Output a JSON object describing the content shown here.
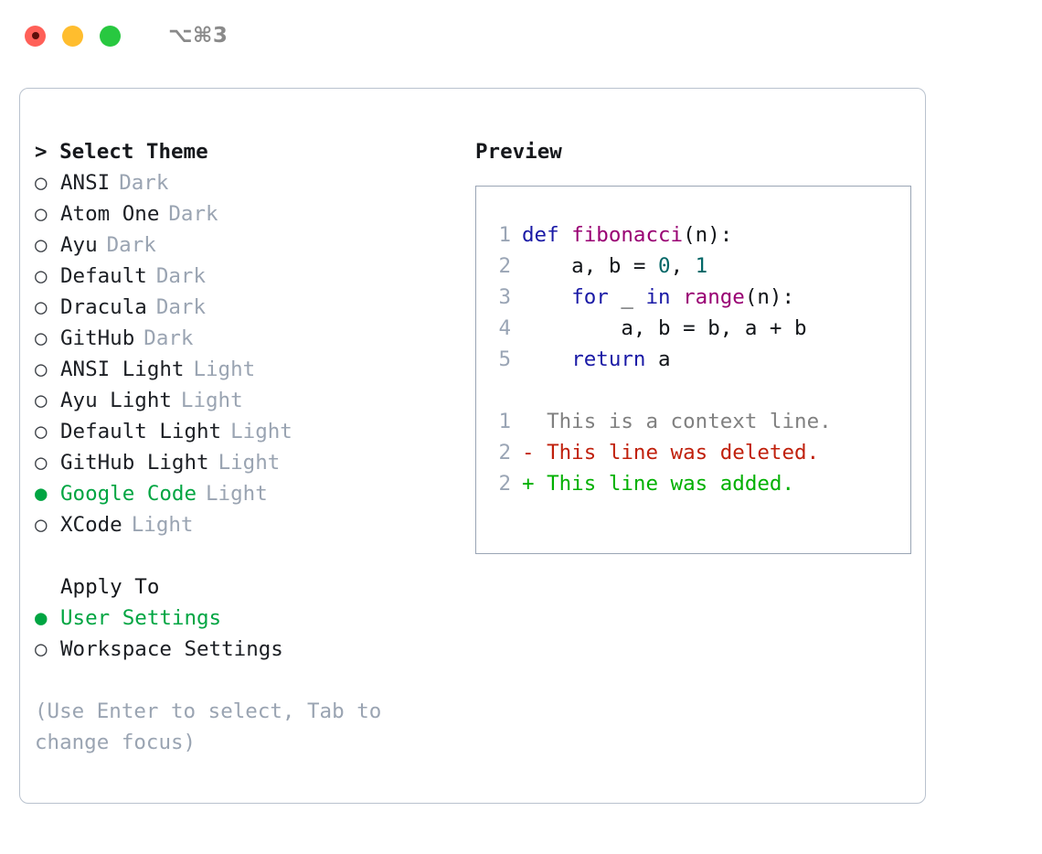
{
  "titlebar": {
    "shortcut": "⌥⌘3",
    "lights": [
      {
        "name": "close",
        "color": "#ff6058"
      },
      {
        "name": "minimize",
        "color": "#ffbd2e"
      },
      {
        "name": "zoom",
        "color": "#28c840"
      }
    ]
  },
  "theme_picker": {
    "header": "> Select Theme",
    "selected_theme": "Google Code",
    "bullet_off": "○",
    "bullet_on": "●",
    "options": [
      {
        "label": "ANSI",
        "tag": "Dark",
        "selected": false
      },
      {
        "label": "Atom One",
        "tag": "Dark",
        "selected": false
      },
      {
        "label": "Ayu",
        "tag": "Dark",
        "selected": false
      },
      {
        "label": "Default",
        "tag": "Dark",
        "selected": false
      },
      {
        "label": "Dracula",
        "tag": "Dark",
        "selected": false
      },
      {
        "label": "GitHub",
        "tag": "Dark",
        "selected": false
      },
      {
        "label": "ANSI Light",
        "tag": "Light",
        "selected": false
      },
      {
        "label": "Ayu Light",
        "tag": "Light",
        "selected": false
      },
      {
        "label": "Default Light",
        "tag": "Light",
        "selected": false
      },
      {
        "label": "GitHub Light",
        "tag": "Light",
        "selected": false
      },
      {
        "label": "Google Code",
        "tag": "Light",
        "selected": true
      },
      {
        "label": "XCode",
        "tag": "Light",
        "selected": false
      }
    ]
  },
  "apply_to": {
    "header": "Apply To",
    "selected": "User Settings",
    "options": [
      {
        "label": "User Settings",
        "selected": true
      },
      {
        "label": "Workspace Settings",
        "selected": false
      }
    ]
  },
  "hint": "(Use Enter to select, Tab to change focus)",
  "preview": {
    "title": "Preview",
    "code_lines": [
      {
        "lineno": "1",
        "tokens": [
          {
            "text": "def ",
            "kind": "kw"
          },
          {
            "text": "fibonacci",
            "kind": "fn"
          },
          {
            "text": "(n):",
            "kind": "pl"
          }
        ]
      },
      {
        "lineno": "2",
        "tokens": [
          {
            "text": "    a, b = ",
            "kind": "pl"
          },
          {
            "text": "0",
            "kind": "num"
          },
          {
            "text": ", ",
            "kind": "pl"
          },
          {
            "text": "1",
            "kind": "num"
          }
        ]
      },
      {
        "lineno": "3",
        "tokens": [
          {
            "text": "    ",
            "kind": "pl"
          },
          {
            "text": "for",
            "kind": "kw"
          },
          {
            "text": " _ ",
            "kind": "pl"
          },
          {
            "text": "in",
            "kind": "kw"
          },
          {
            "text": " ",
            "kind": "pl"
          },
          {
            "text": "range",
            "kind": "fn"
          },
          {
            "text": "(n):",
            "kind": "pl"
          }
        ]
      },
      {
        "lineno": "4",
        "tokens": [
          {
            "text": "        a, b = b, a + b",
            "kind": "pl"
          }
        ]
      },
      {
        "lineno": "5",
        "tokens": [
          {
            "text": "    ",
            "kind": "pl"
          },
          {
            "text": "return",
            "kind": "kw"
          },
          {
            "text": " a",
            "kind": "pl"
          }
        ]
      }
    ],
    "diff_lines": [
      {
        "lineno": "1",
        "marker": "  ",
        "text": "This is a context line.",
        "kind": "ctx"
      },
      {
        "lineno": "2",
        "marker": "- ",
        "text": "This line was deleted.",
        "kind": "del"
      },
      {
        "lineno": "2",
        "marker": "+ ",
        "text": "This line was added.",
        "kind": "add"
      }
    ]
  },
  "colors": {
    "accent_green": "#00a542",
    "diff_added": "#00b000",
    "diff_deleted": "#c0200c",
    "diff_context": "#808080",
    "keyword": "#1a1aa6",
    "function": "#990073",
    "number": "#006666",
    "muted": "#9aa4b2",
    "border": "#9aa5b5"
  }
}
